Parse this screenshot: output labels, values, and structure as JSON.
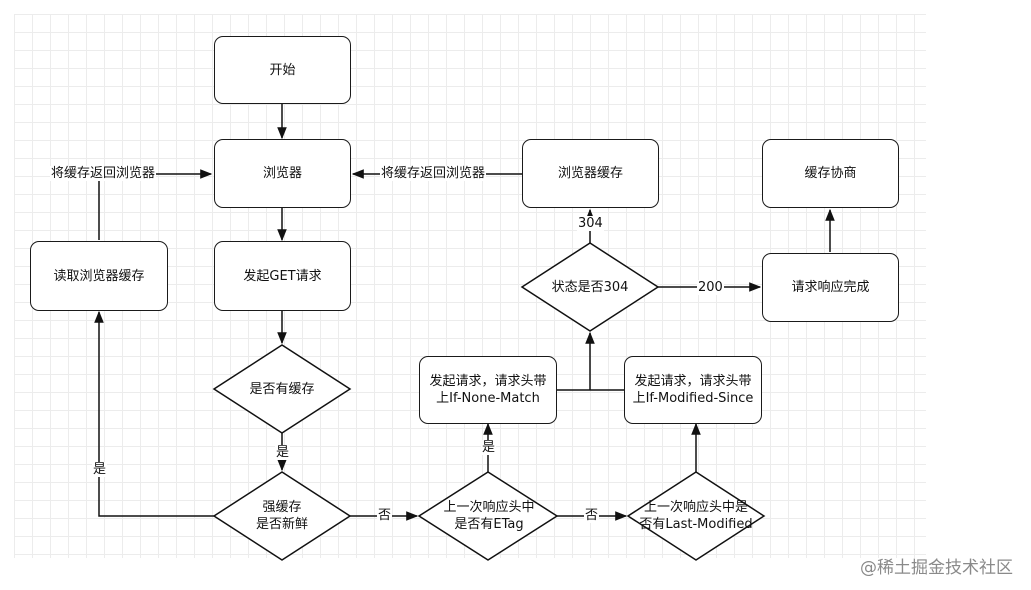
{
  "nodes": {
    "start": "开始",
    "browser": "浏览器",
    "get_request": "发起GET请求",
    "has_cache": "是否有缓存",
    "strong_fresh_line1": "强缓存",
    "strong_fresh_line2": "是否新鲜",
    "read_cache": "读取浏览器缓存",
    "etag_q_line1": "上一次响应头中",
    "etag_q_line2": "是否有ETag",
    "lastmod_q_line1": "上一次响应头中是",
    "lastmod_q_line2": "否有Last-Modified",
    "req_none_match_line1": "发起请求，请求头带",
    "req_none_match_line2": "上If-None-Match",
    "req_mod_since_line1": "发起请求，请求头带",
    "req_mod_since_line2": "上If-Modified-Since",
    "status_q": "状态是否304",
    "browser_cache": "浏览器缓存",
    "response_done": "请求响应完成",
    "negotiate": "缓存协商"
  },
  "edge_labels": {
    "return_cache_left": "将缓存返回浏览器",
    "return_cache_mid": "将缓存返回浏览器",
    "yes_has_cache": "是",
    "yes_fresh": "是",
    "no_fresh": "否",
    "no_etag": "否",
    "yes_etag": "是",
    "code_304": "304",
    "code_200": "200"
  },
  "watermark": "@稀土掘金技术社区"
}
